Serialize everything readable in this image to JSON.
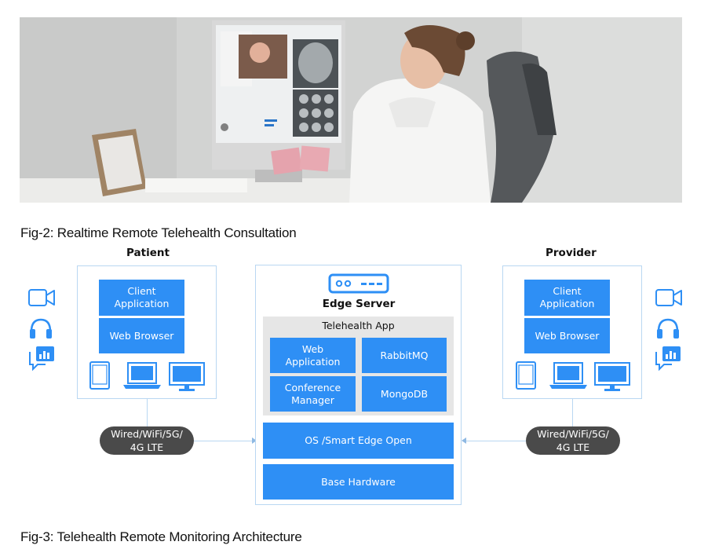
{
  "captions": {
    "fig2": "Fig-2: Realtime Remote Telehealth Consultation",
    "fig3": "Fig-3: Telehealth Remote Monitoring Architecture"
  },
  "patient": {
    "title": "Patient",
    "client_app": "Client\nApplication",
    "web_browser": "Web Browser",
    "network": "Wired/WiFi/5G/\n4G LTE"
  },
  "provider": {
    "title": "Provider",
    "client_app": "Client\nApplication",
    "web_browser": "Web Browser",
    "network": "Wired/WiFi/5G/\n4G LTE"
  },
  "edge": {
    "title": "Edge Server",
    "telehealth_app": "Telehealth App",
    "web_application": "Web Application",
    "rabbitmq": "RabbitMQ",
    "conference_manager": "Conference\nManager",
    "mongodb": "MongoDB",
    "os": "OS /Smart Edge Open",
    "hardware": "Base Hardware"
  },
  "colors": {
    "accent_blue": "#2e8ff5",
    "outline": "#b9d7f2",
    "pill": "#4a4a4a"
  },
  "icons": {
    "left": [
      "video-camera-icon",
      "headset-icon",
      "chat-analytics-icon"
    ],
    "right": [
      "video-camera-icon",
      "headset-icon",
      "chat-analytics-icon"
    ],
    "devices": [
      "tablet-icon",
      "laptop-icon",
      "monitor-icon"
    ]
  }
}
